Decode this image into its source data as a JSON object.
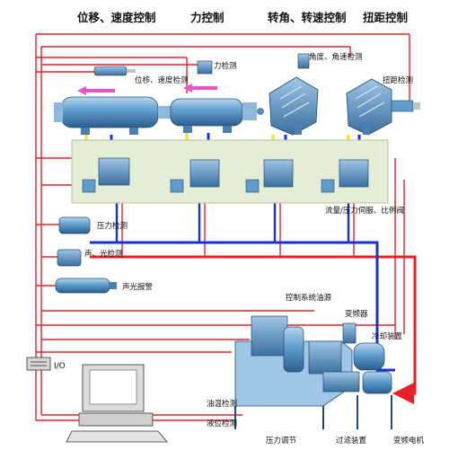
{
  "headers": [
    "位移、速度控制",
    "力控制",
    "转角、转速控制",
    "扭距控制"
  ],
  "labels": {
    "disp_speed_detect": "位移、速度检测",
    "force_detect": "力检测",
    "angle_speed_detect": "角度、角速检测",
    "torque_detect": "扭距检测",
    "servo_valve": "流量/压力伺服、比例阀",
    "pressure_detect": "压力检测",
    "sound_light_detect": "声、光检测",
    "sound_light_alarm": "声光报警",
    "control_source": "控制系统油源",
    "vfd": "变频器",
    "cooler": "冷却装置",
    "io": "I/O",
    "oil_temp": "油温检测",
    "level_detect": "液位检测",
    "pressure_adjust": "压力调节",
    "filter": "过滤装置",
    "vf_motor": "变频电机"
  },
  "colors": {
    "signal": "#e8202a",
    "pressure_line": "#1c2fd0",
    "flow_up": "#f2e21a",
    "flow_in": "#1c2fd0",
    "flow_out": "#f050c8",
    "equipment": "#5e9ccc",
    "valve_panel": "#e4eed6"
  }
}
